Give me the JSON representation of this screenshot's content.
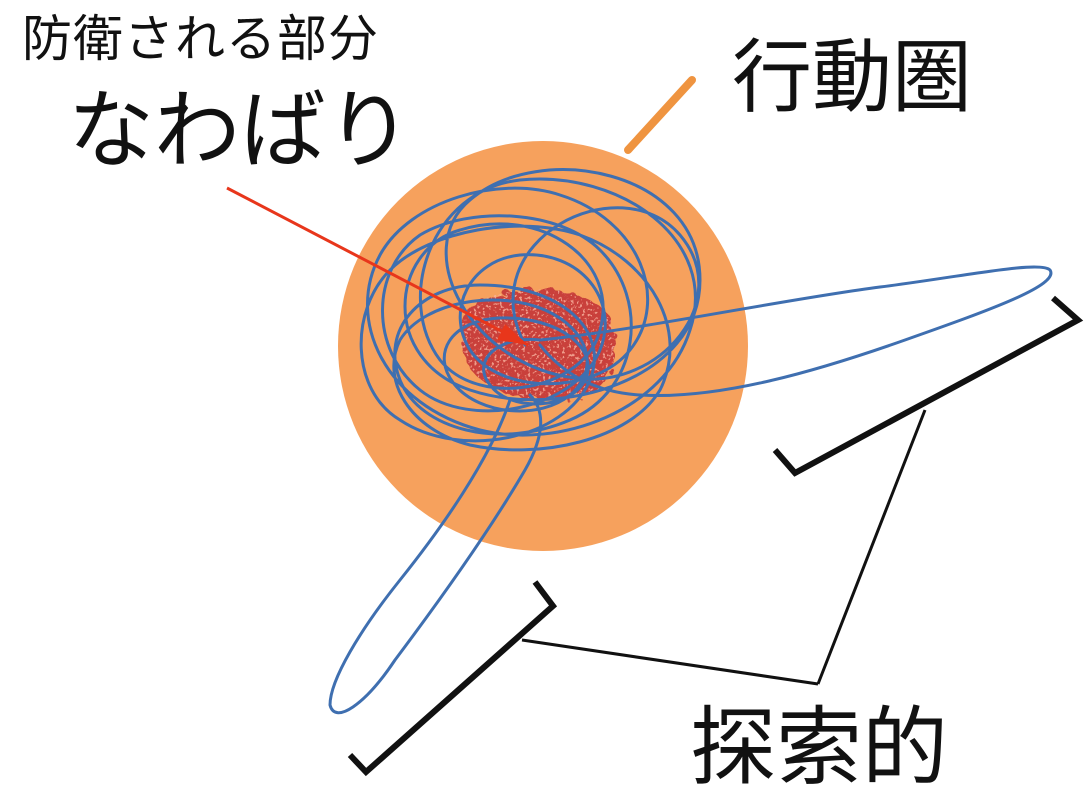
{
  "labels": {
    "defended_part": "防衛される部分",
    "territory": "なわばり",
    "home_range": "行動圏",
    "exploratory": "探索的"
  },
  "colors": {
    "home_range_fill": "#f6a15d",
    "territory_fill": "#c9403a",
    "territory_arrow": "#e8361b",
    "home_range_pointer": "#ef9440",
    "path_stroke": "#3f6fb0",
    "bracket": "#111111"
  }
}
